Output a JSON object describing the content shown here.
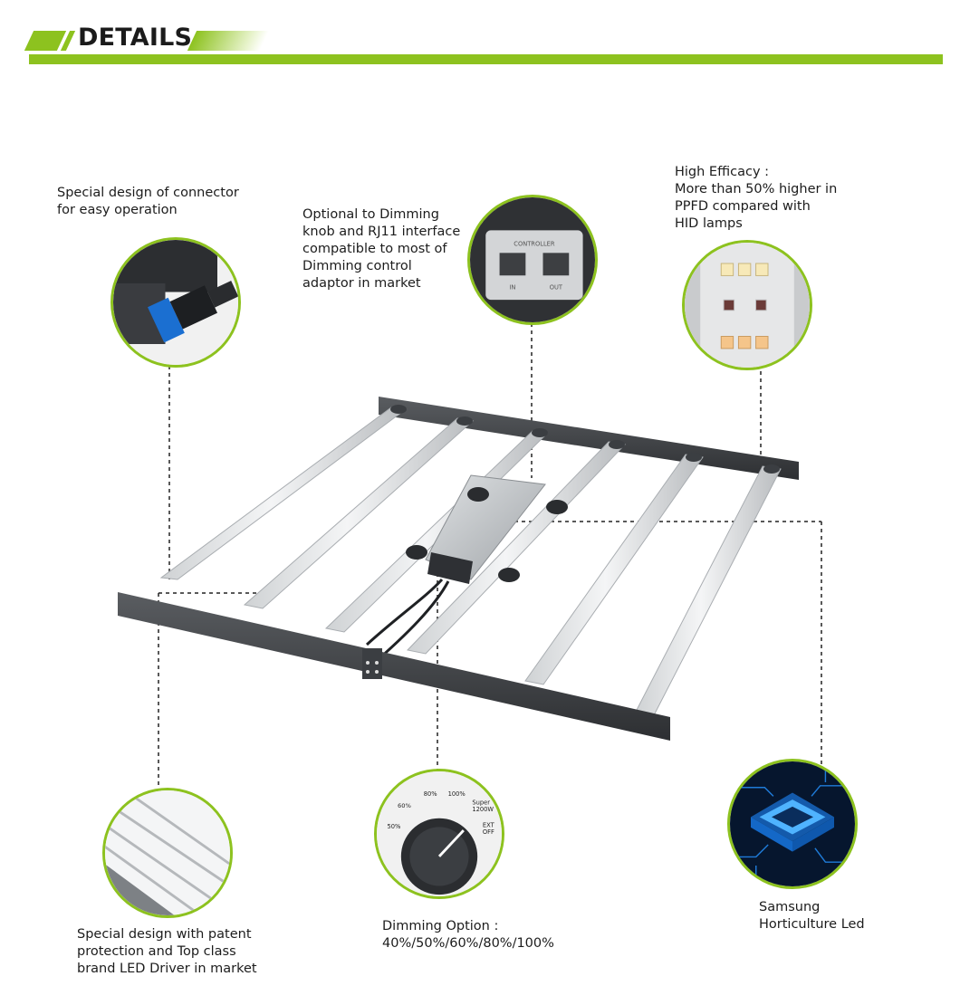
{
  "header": {
    "title": "DETAILS",
    "accent_color": "#8dc21f"
  },
  "callouts": {
    "connector": {
      "lines": [
        "Special design of connector",
        "for easy operation"
      ]
    },
    "dimming_interface": {
      "lines": [
        "Optional to Dimming",
        "knob and RJ11 interface",
        "compatible to most of",
        "Dimming control",
        "adaptor in market"
      ]
    },
    "efficacy": {
      "lines": [
        "High Efficacy :",
        "More than 50% higher in",
        "PPFD compared with",
        "HID lamps"
      ]
    },
    "driver": {
      "lines": [
        "Special design with patent",
        "protection and Top class",
        "brand LED Driver in market"
      ]
    },
    "dimming_option": {
      "lines": [
        "Dimming Option :",
        "40%/50%/60%/80%/100%"
      ]
    },
    "samsung": {
      "lines": [
        "Samsung",
        "Horticulture Led"
      ]
    }
  },
  "controller_panel": {
    "title": "CONTROLLER",
    "port_in": "IN",
    "port_out": "OUT"
  },
  "dimmer_knob": {
    "labels": [
      "50%",
      "60%",
      "80%",
      "100%",
      "Super",
      "1200W",
      "EXT",
      "OFF"
    ]
  }
}
